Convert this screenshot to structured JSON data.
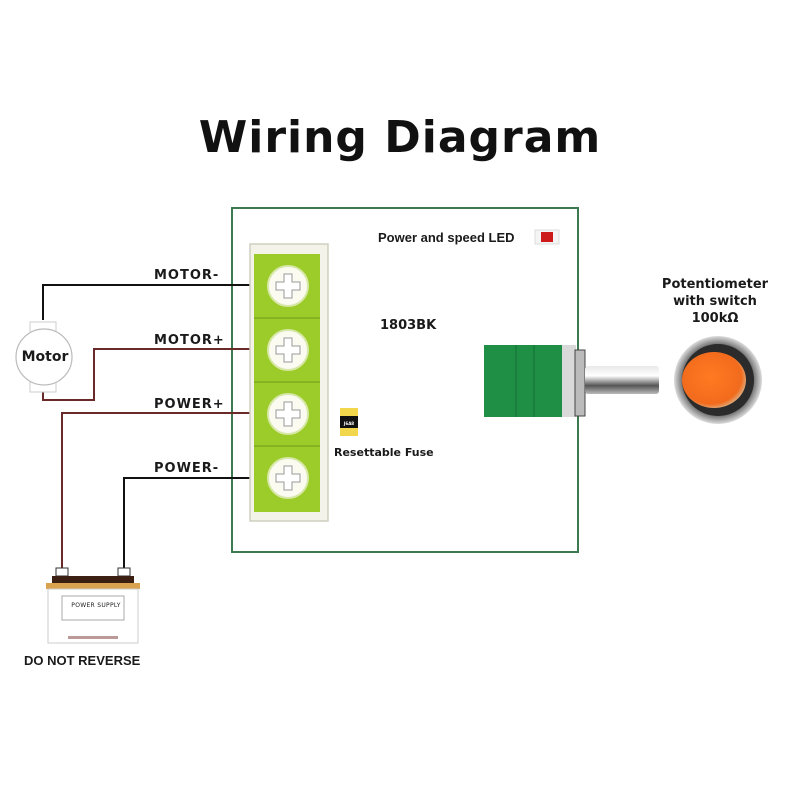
{
  "title": "Wiring Diagram",
  "board": {
    "model": "1803BK",
    "led_label": "Power and speed LED",
    "fuse_label": "Resettable Fuse",
    "fuse_marking": "J6A8",
    "terminals": [
      {
        "label": "MOTOR-",
        "wire_color": "#111111"
      },
      {
        "label": "MOTOR+",
        "wire_color": "#6b2a2a"
      },
      {
        "label": "POWER+",
        "wire_color": "#6b2a2a"
      },
      {
        "label": "POWER-",
        "wire_color": "#111111"
      }
    ]
  },
  "motor": {
    "label": "Motor"
  },
  "power_supply": {
    "label": "POWER SUPPLY",
    "warning": "DO NOT REVERSE"
  },
  "potentiometer": {
    "line1": "Potentiometer",
    "line2": "with switch",
    "line3": "100kΩ"
  },
  "colors": {
    "board_outline": "#3d7a52",
    "terminal_green": "#9ccc2a",
    "pot_body": "#1f8f45",
    "knob_orange": "#f26b1d",
    "led_red": "#cc1a1a",
    "fuse_yellow": "#f2d64b"
  }
}
